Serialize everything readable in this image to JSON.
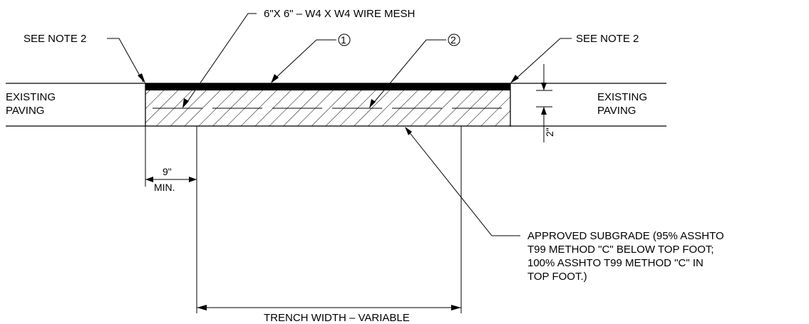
{
  "labels": {
    "wire_mesh": "6\"X 6\"  –  W4  X  W4  WIRE  MESH",
    "callout_1": "1",
    "callout_2": "2",
    "see_note_left": "SEE  NOTE  2",
    "see_note_right": "SEE  NOTE  2",
    "existing_paving_left_1": "EXISTING",
    "existing_paving_left_2": "PAVING",
    "existing_paving_right_1": "EXISTING",
    "existing_paving_right_2": "PAVING",
    "dim_9": "9\"",
    "dim_min": "MIN.",
    "dim_2": "2\"",
    "subgrade_1": "APPROVED  SUBGRADE  (95%  ASSHTO",
    "subgrade_2": "T99  METHOD  \"C\"  BELOW  TOP  FOOT;",
    "subgrade_3": "100%  ASSHTO  T99  METHOD  \"C\"  IN",
    "subgrade_4": "TOP  FOOT.)",
    "trench_width": "TRENCH  WIDTH  –  VARIABLE"
  },
  "colors": {
    "line": "#000000",
    "background": "#ffffff"
  }
}
